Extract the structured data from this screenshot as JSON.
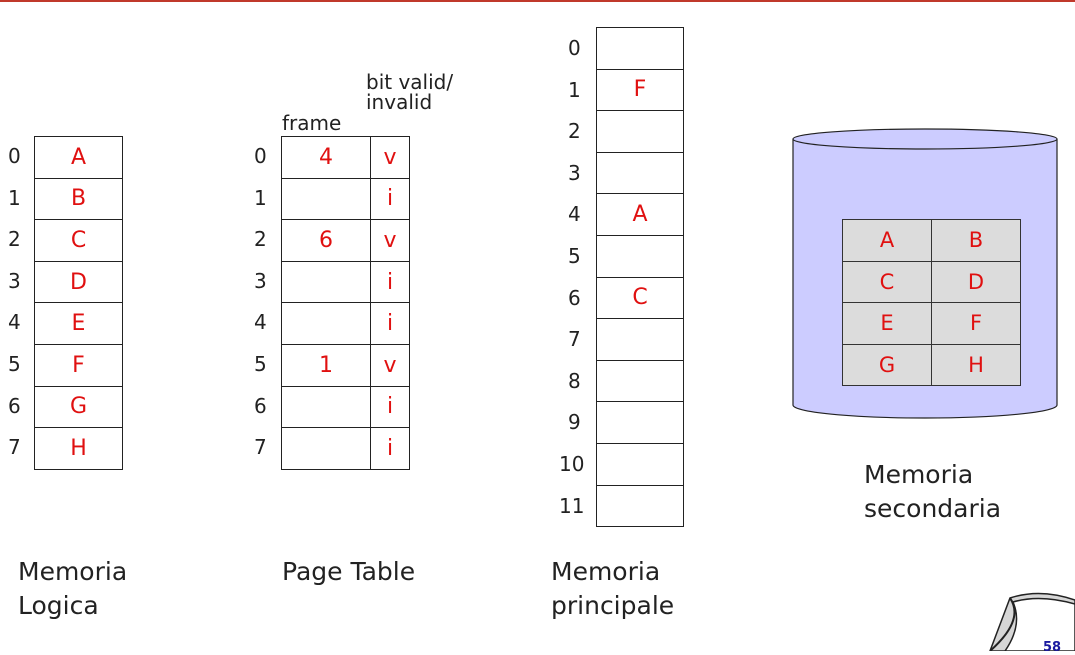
{
  "logical_memory": {
    "caption_line1": "Memoria",
    "caption_line2": "Logica",
    "indexes": [
      "0",
      "1",
      "2",
      "3",
      "4",
      "5",
      "6",
      "7"
    ],
    "pages": [
      "A",
      "B",
      "C",
      "D",
      "E",
      "F",
      "G",
      "H"
    ]
  },
  "page_table": {
    "caption": "Page Table",
    "frame_header": "frame",
    "bit_header_line1": "bit valid/",
    "bit_header_line2": "invalid",
    "indexes": [
      "0",
      "1",
      "2",
      "3",
      "4",
      "5",
      "6",
      "7"
    ],
    "frames": [
      "4",
      "",
      "6",
      "",
      "",
      "1",
      "",
      ""
    ],
    "bits": [
      "v",
      "i",
      "v",
      "i",
      "i",
      "v",
      "i",
      "i"
    ]
  },
  "main_memory": {
    "caption_line1": "Memoria",
    "caption_line2": "principale",
    "indexes": [
      "0",
      "1",
      "2",
      "3",
      "4",
      "5",
      "6",
      "7",
      "8",
      "9",
      "10",
      "11"
    ],
    "frames": [
      "",
      "F",
      "",
      "",
      "A",
      "",
      "C",
      "",
      "",
      "",
      "",
      ""
    ]
  },
  "secondary_memory": {
    "caption_line1": "Memoria",
    "caption_line2": "secondaria",
    "grid": [
      [
        "A",
        "B"
      ],
      [
        "C",
        "D"
      ],
      [
        "E",
        "F"
      ],
      [
        "G",
        "H"
      ]
    ],
    "disk_color": "#ccccff"
  },
  "slide_number": "58",
  "colors": {
    "accent": "#e01010",
    "rule": "#c0392b",
    "slide_number": "#1a1aa0"
  }
}
